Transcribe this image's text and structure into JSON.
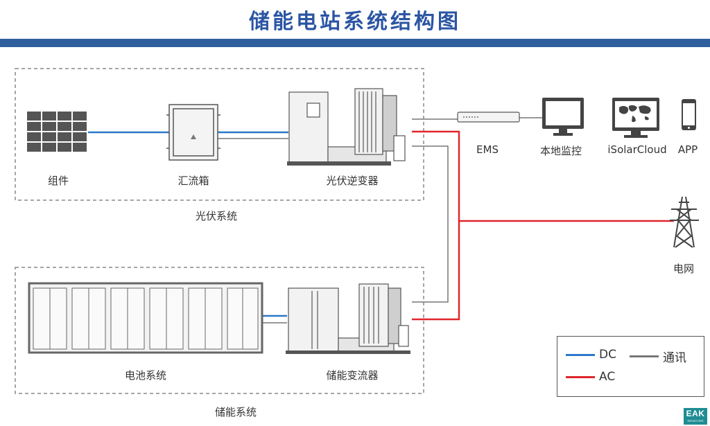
{
  "title": "储能电站系统结构图",
  "colors": {
    "dc": "#2b78c8",
    "ac": "#e0262b",
    "comm": "#777777",
    "title": "#2b55a3",
    "bar": "#2f5f9c"
  },
  "pv_system": {
    "label": "光伏系统",
    "components": [
      {
        "label": "组件",
        "icon": "solar-panel-icon"
      },
      {
        "label": "汇流箱",
        "icon": "combiner-box-icon"
      },
      {
        "label": "光伏逆变器",
        "icon": "pv-inverter-icon"
      }
    ]
  },
  "storage_system": {
    "label": "储能系统",
    "components": [
      {
        "label": "电池系统",
        "icon": "battery-rack-icon"
      },
      {
        "label": "储能变流器",
        "icon": "pcs-icon"
      }
    ]
  },
  "monitoring": [
    {
      "label": "EMS",
      "icon": "ems-device-icon"
    },
    {
      "label": "本地监控",
      "icon": "monitor-icon"
    },
    {
      "label": "iSolarCloud",
      "icon": "world-map-screen-icon"
    },
    {
      "label": "APP",
      "icon": "smartphone-icon"
    }
  ],
  "grid": {
    "label": "电网",
    "icon": "transmission-tower-icon"
  },
  "legend": [
    {
      "label": "DC",
      "kind": "dc"
    },
    {
      "label": "通讯",
      "kind": "comm"
    },
    {
      "label": "AC",
      "kind": "ac"
    }
  ],
  "logo": {
    "text": "EAK",
    "subtext": "RESISTORS"
  }
}
